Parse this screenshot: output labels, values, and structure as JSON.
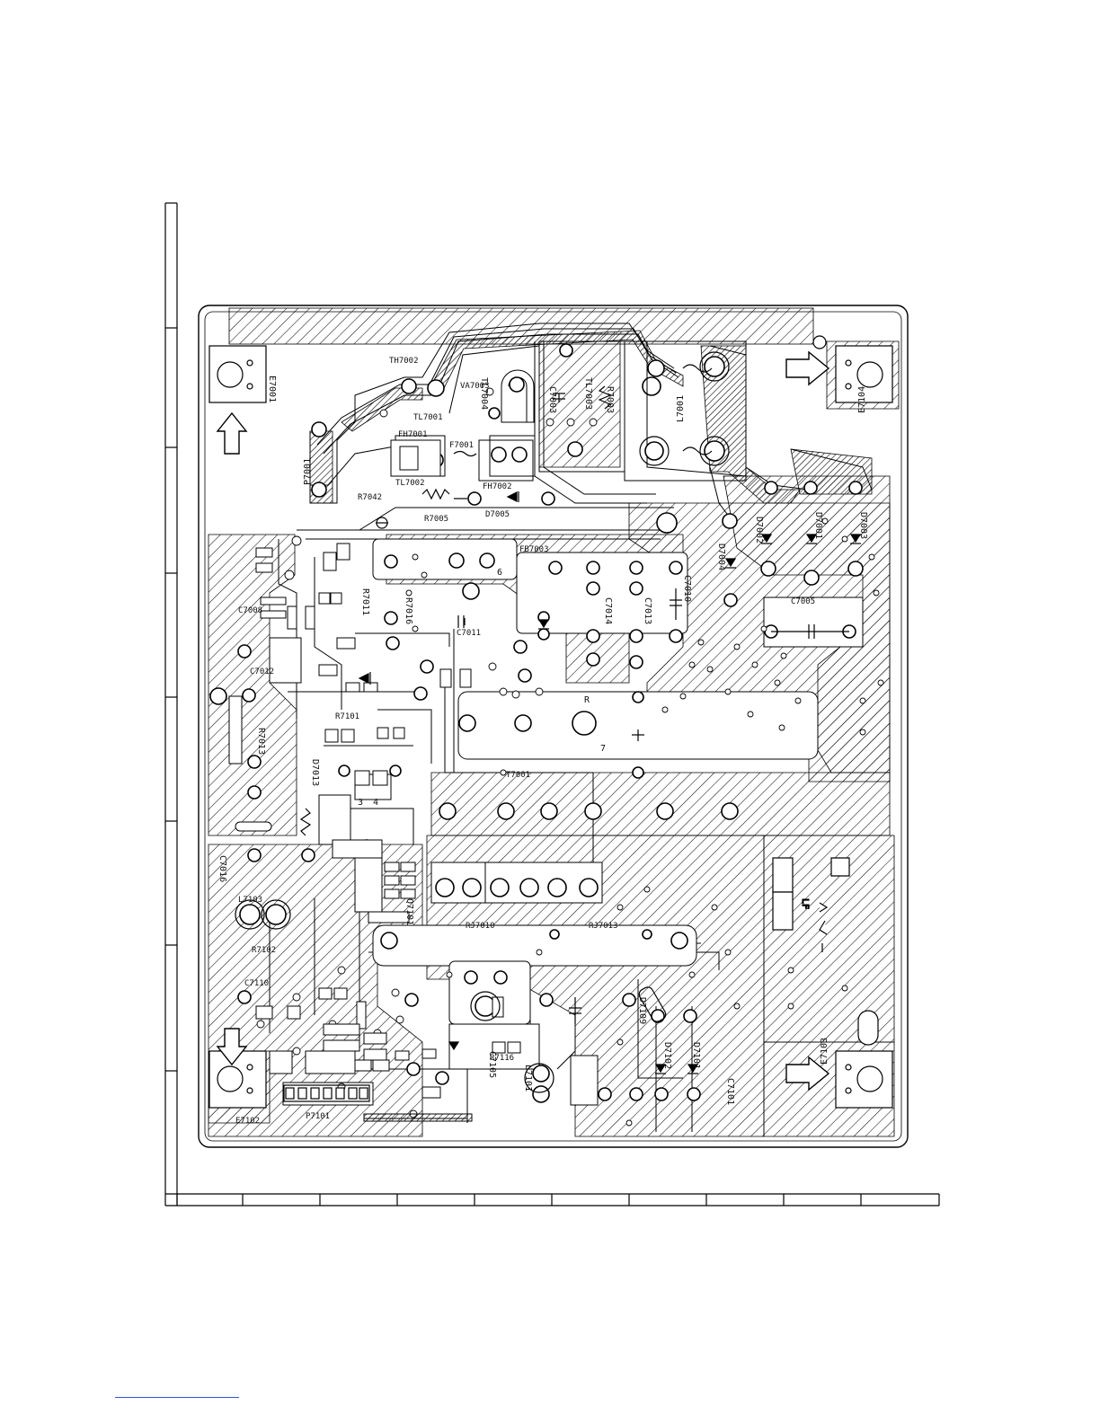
{
  "labels": [
    {
      "id": "e7001",
      "text": "E7001"
    },
    {
      "id": "e7104",
      "text": "E7104"
    },
    {
      "id": "e7103",
      "text": "E7103"
    },
    {
      "id": "e7102",
      "text": "E7102"
    },
    {
      "id": "th7002",
      "text": "TH7002"
    },
    {
      "id": "va7003",
      "text": "VA7003"
    },
    {
      "id": "tl7001",
      "text": "TL7001"
    },
    {
      "id": "tl7004",
      "text": "TL7004"
    },
    {
      "id": "tl7003",
      "text": "TL7003"
    },
    {
      "id": "tl7002",
      "text": "TL7002"
    },
    {
      "id": "c7003",
      "text": "C7003"
    },
    {
      "id": "r7003",
      "text": "R7003"
    },
    {
      "id": "l7001",
      "text": "L7001"
    },
    {
      "id": "fh7001",
      "text": "FH7001"
    },
    {
      "id": "f7001",
      "text": "F7001"
    },
    {
      "id": "fh7002",
      "text": "FH7002"
    },
    {
      "id": "p7001",
      "text": "P7001"
    },
    {
      "id": "r7042",
      "text": "R7042"
    },
    {
      "id": "r7005",
      "text": "R7005"
    },
    {
      "id": "d7005",
      "text": "D7005"
    },
    {
      "id": "d7002",
      "text": "D7002"
    },
    {
      "id": "d7001",
      "text": "D7001"
    },
    {
      "id": "d7003",
      "text": "D7003"
    },
    {
      "id": "d7004",
      "text": "D7004"
    },
    {
      "id": "c7005",
      "text": "C7005"
    },
    {
      "id": "fb7003",
      "text": "FB7003"
    },
    {
      "id": "c7011",
      "text": "C7011"
    },
    {
      "id": "r7011",
      "text": "R7011"
    },
    {
      "id": "r7016",
      "text": "R7016"
    },
    {
      "id": "c7014",
      "text": "C7014"
    },
    {
      "id": "c7013",
      "text": "C7013"
    },
    {
      "id": "c7010",
      "text": "C7010"
    },
    {
      "id": "c7008",
      "text": "C7008"
    },
    {
      "id": "c7012",
      "text": "C7012"
    },
    {
      "id": "r7101",
      "text": "R7101"
    },
    {
      "id": "r7013",
      "text": "R7013"
    },
    {
      "id": "d7013",
      "text": "D7013"
    },
    {
      "id": "t7001",
      "text": "T7001"
    },
    {
      "id": "c7016",
      "text": "C7016"
    },
    {
      "id": "l7103",
      "text": "L7103"
    },
    {
      "id": "r7102",
      "text": "R7102"
    },
    {
      "id": "rj7010",
      "text": "RJ7010"
    },
    {
      "id": "rj7013",
      "text": "RJ7013"
    },
    {
      "id": "p7101",
      "text": "P7101"
    },
    {
      "id": "q7101",
      "text": "Q7101"
    },
    {
      "id": "d7101",
      "text": "D7101"
    },
    {
      "id": "d7102",
      "text": "D7102"
    },
    {
      "id": "d7109",
      "text": "D7109"
    },
    {
      "id": "c7110",
      "text": "C7110"
    },
    {
      "id": "c7105",
      "text": "C7105"
    },
    {
      "id": "r7116",
      "text": "R7116"
    },
    {
      "id": "l7101",
      "text": "L7101"
    },
    {
      "id": "c7101",
      "text": "C7101"
    },
    {
      "id": "pin_r",
      "text": "R"
    },
    {
      "id": "pin_7",
      "text": "7"
    },
    {
      "id": "pin_3",
      "text": "3"
    },
    {
      "id": "pin_4",
      "text": "4"
    },
    {
      "id": "pin_6",
      "text": "6"
    }
  ],
  "colors": {
    "ink": "#000000",
    "paper": "#ffffff",
    "footer": "#3355cc"
  }
}
